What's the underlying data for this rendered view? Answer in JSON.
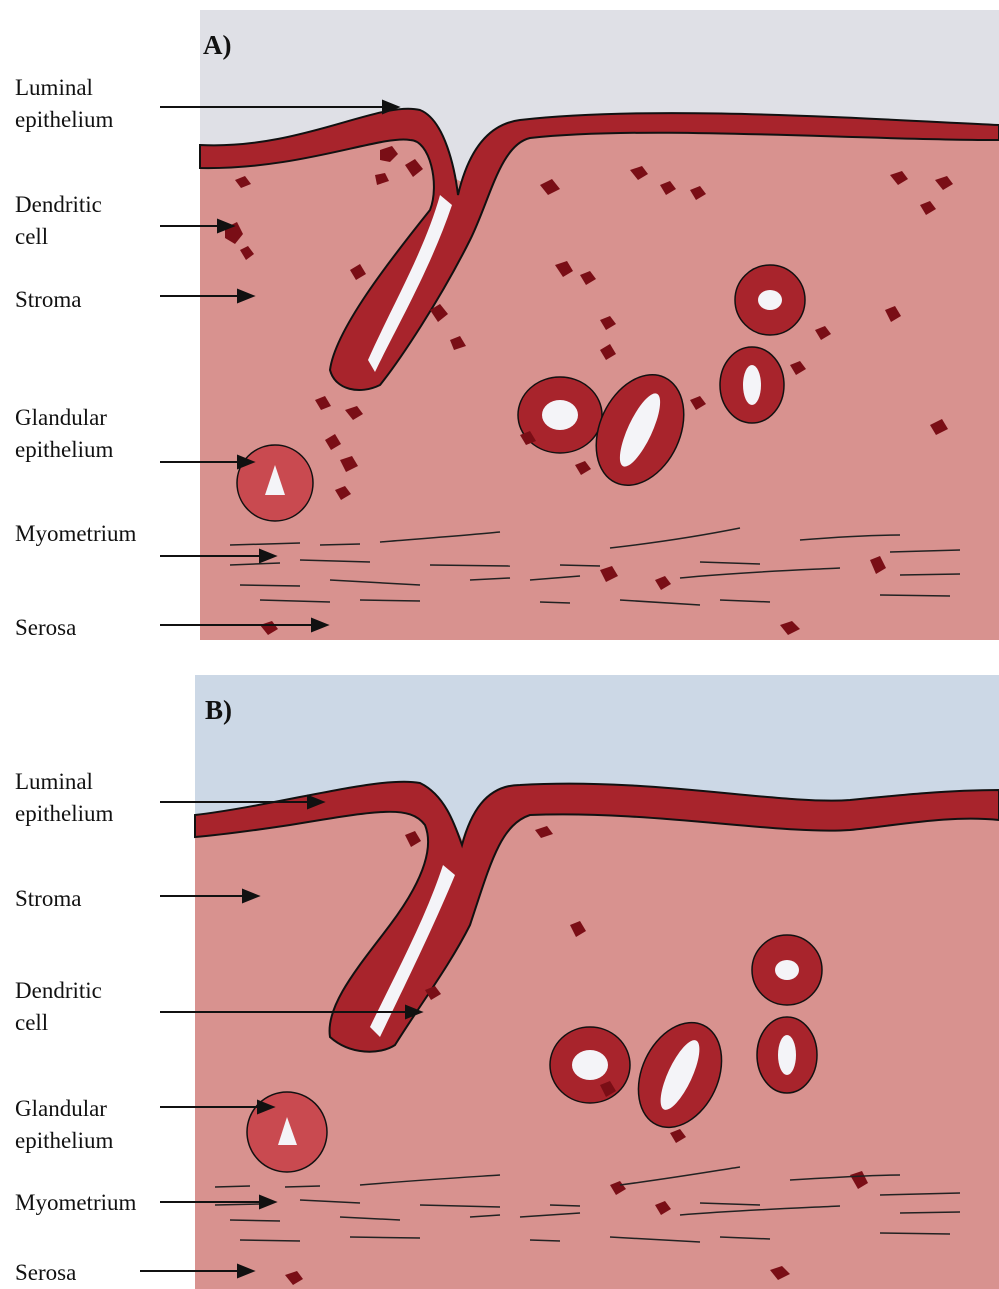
{
  "figure": {
    "panels": [
      {
        "label": "A)",
        "annotations": [
          {
            "text": "Luminal\nepithelium"
          },
          {
            "text": "Dendritic\ncell"
          },
          {
            "text": "Stroma"
          },
          {
            "text": "Glandular\nepithelium"
          },
          {
            "text": "Myometrium"
          },
          {
            "text": "Serosa"
          }
        ]
      },
      {
        "label": "B)",
        "annotations": [
          {
            "text": "Luminal\nepithelium"
          },
          {
            "text": "Stroma"
          },
          {
            "text": "Dendritic\ncell"
          },
          {
            "text": "Glandular\nepithelium"
          },
          {
            "text": "Myometrium"
          },
          {
            "text": "Serosa"
          }
        ]
      }
    ],
    "colors": {
      "stroma": "#d8928f",
      "epithelium": "#a8242c",
      "dendritic_cell": "#7a0e16",
      "lumen": "#f4f4f8",
      "sky": "#ccd8e6"
    }
  }
}
